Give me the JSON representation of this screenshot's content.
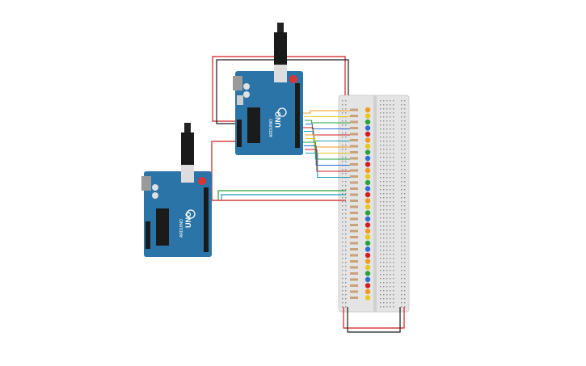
{
  "boards": [
    {
      "name": "arduino-uno-top",
      "model_label": "UNO",
      "brand_label": "ARDUINO"
    },
    {
      "name": "arduino-uno-bottom",
      "model_label": "UNO",
      "brand_label": "ARDUINO"
    }
  ],
  "colors": {
    "board_blue": "#2a74a8",
    "breadboard": "#e2e2e2",
    "wire_red": "#d11f1f",
    "wire_black": "#1a1a1a",
    "wire_orange": "#f29b1c",
    "wire_yellow": "#e8c81a",
    "wire_green": "#26a33b",
    "wire_blue": "#2f6fd6",
    "wire_cyan": "#1f9fb5"
  },
  "led_colors": [
    "orange",
    "yellow",
    "green",
    "blue",
    "red"
  ],
  "led_count": 32
}
